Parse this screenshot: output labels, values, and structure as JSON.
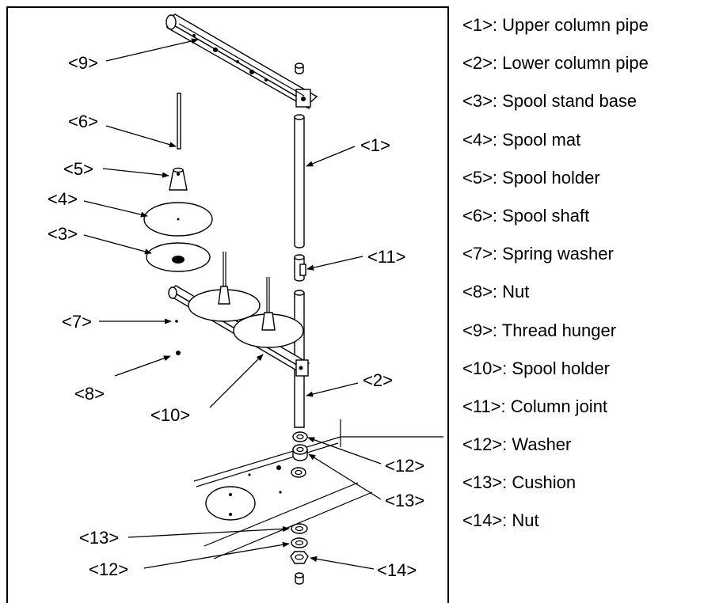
{
  "callouts": {
    "c1": "<1>",
    "c2": "<2>",
    "c3": "<3>",
    "c4": "<4>",
    "c5": "<5>",
    "c6": "<6>",
    "c7": "<7>",
    "c8": "<8>",
    "c9": "<9>",
    "c10": "<10>",
    "c11": "<11>",
    "c12a": "<12>",
    "c12b": "<12>",
    "c13a": "<13>",
    "c13b": "<13>",
    "c14": "<14>"
  },
  "legend": [
    "<1>: Upper column pipe",
    "<2>: Lower column pipe",
    "<3>: Spool stand base",
    "<4>: Spool mat",
    "<5>: Spool holder",
    "<6>: Spool shaft",
    "<7>: Spring washer",
    "<8>: Nut",
    "<9>: Thread hunger",
    "<10>: Spool holder",
    "<11>: Column joint",
    "<12>: Washer",
    "<13>: Cushion",
    "<14>: Nut"
  ]
}
